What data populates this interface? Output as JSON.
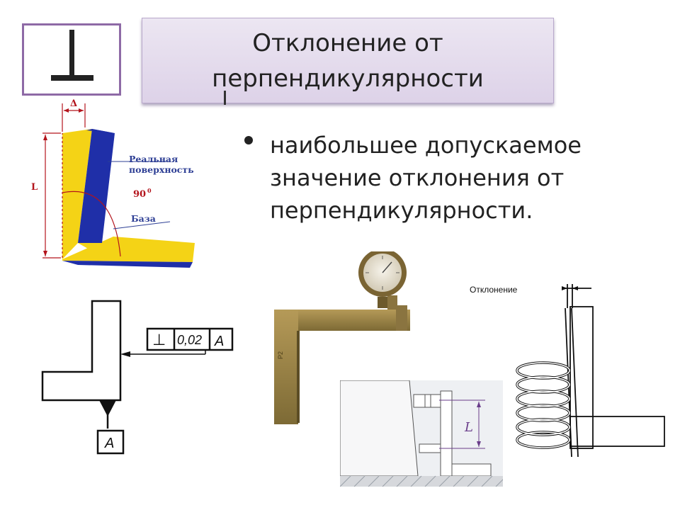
{
  "title": "Отклонение от\nперпендикулярности",
  "bullet": "наибольшее допускаемое\nзначение отклонения от\nперпендикулярности.",
  "diagram_angle": {
    "delta": "Δ",
    "length_label": "L",
    "real_surface_line1": "Реальная",
    "real_surface_line2": "поверхность",
    "angle_label": "90",
    "angle_unit": "0",
    "base_label": "База"
  },
  "tolerance_frame": {
    "symbol": "⊥",
    "value": "0,02",
    "datum": "A",
    "datum_box": "A"
  },
  "gauge": {
    "mark": "Р2"
  },
  "measurement": {
    "length_label": "L"
  },
  "spring_figure": {
    "deviation_label": "Отклонение"
  },
  "colors": {
    "frame_border": "#8e6aa6",
    "title_background": "#e6def0",
    "yellow_face": "#f4d316",
    "blue_face": "#1f2fa8",
    "dimension_red": "#b3141c",
    "annotation_blue": "#2e3f95"
  }
}
